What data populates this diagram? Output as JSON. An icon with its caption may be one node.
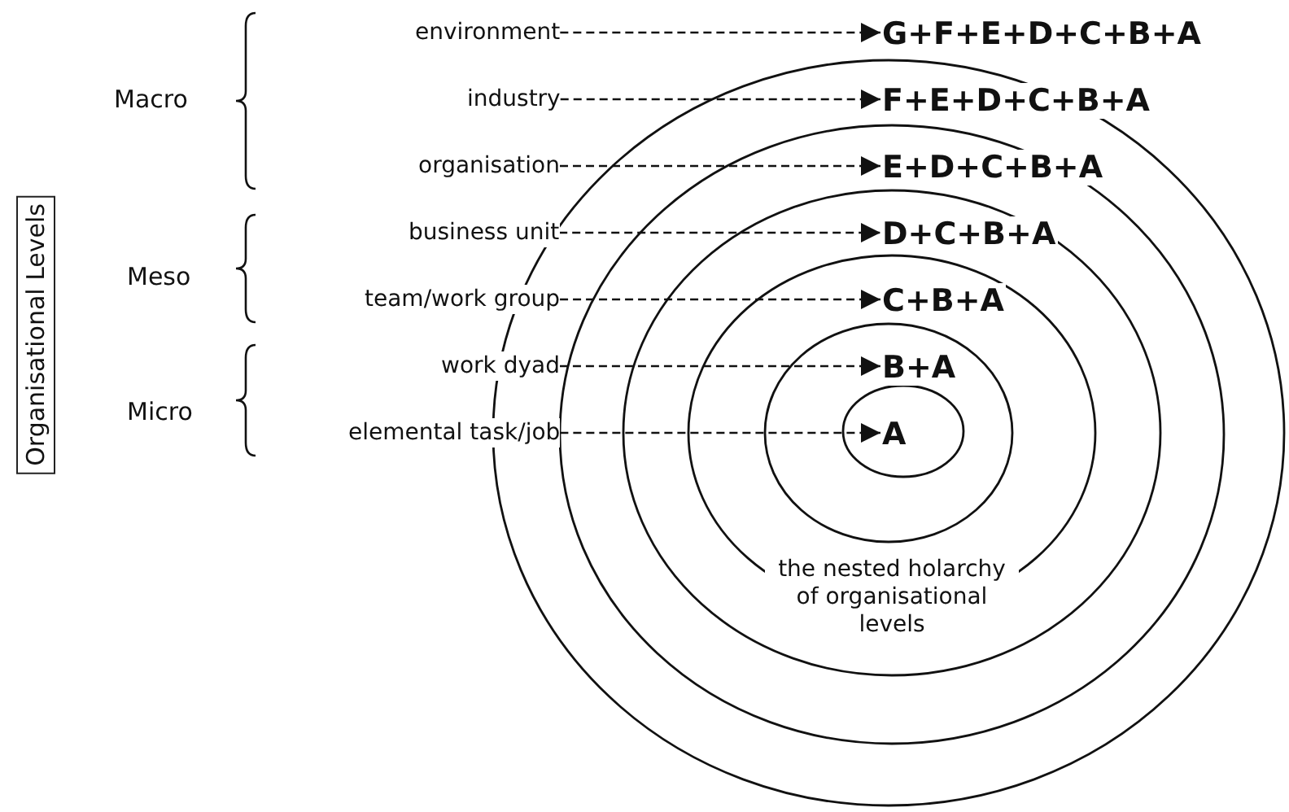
{
  "diagram": {
    "nodes": [
      {
        "text": [
          "Organisational Levels"
        ]
      },
      {
        "text": [
          "environment"
        ]
      },
      {
        "text": [
          "industry"
        ]
      },
      {
        "text": [
          "organisation"
        ]
      },
      {
        "text": [
          "business unit"
        ]
      },
      {
        "text": [
          "team/work group"
        ]
      },
      {
        "text": [
          "work dyad"
        ]
      },
      {
        "text": [
          "elemental task/job"
        ]
      },
      {
        "text": [
          "G+F+E+D+C+B+A"
        ]
      },
      {
        "text": [
          "F+E+D+C+B+A"
        ]
      },
      {
        "text": [
          "E+D+C+B+A"
        ]
      },
      {
        "text": [
          "D+C+B+A"
        ]
      },
      {
        "text": [
          "C+B+A"
        ]
      },
      {
        "text": [
          "B+A"
        ]
      },
      {
        "text": [
          "A"
        ]
      }
    ],
    "edges": [
      {
        "from": 1,
        "to": 8,
        "arrow": "to",
        "style": "dashed"
      },
      {
        "from": 2,
        "to": 9,
        "arrow": "to",
        "style": "dashed"
      },
      {
        "from": 3,
        "to": 10,
        "arrow": "to",
        "style": "dashed"
      },
      {
        "from": 4,
        "to": 11,
        "arrow": "to",
        "style": "dashed"
      },
      {
        "from": 5,
        "to": 12,
        "arrow": "to",
        "style": "dashed"
      },
      {
        "from": 6,
        "to": 13,
        "arrow": "to",
        "style": "dashed"
      },
      {
        "from": 7,
        "to": 14,
        "arrow": "to",
        "style": "dashed"
      }
    ],
    "labels": [
      "Macro",
      "Meso",
      "Micro",
      "the nested holarchy of organisational levels"
    ]
  }
}
